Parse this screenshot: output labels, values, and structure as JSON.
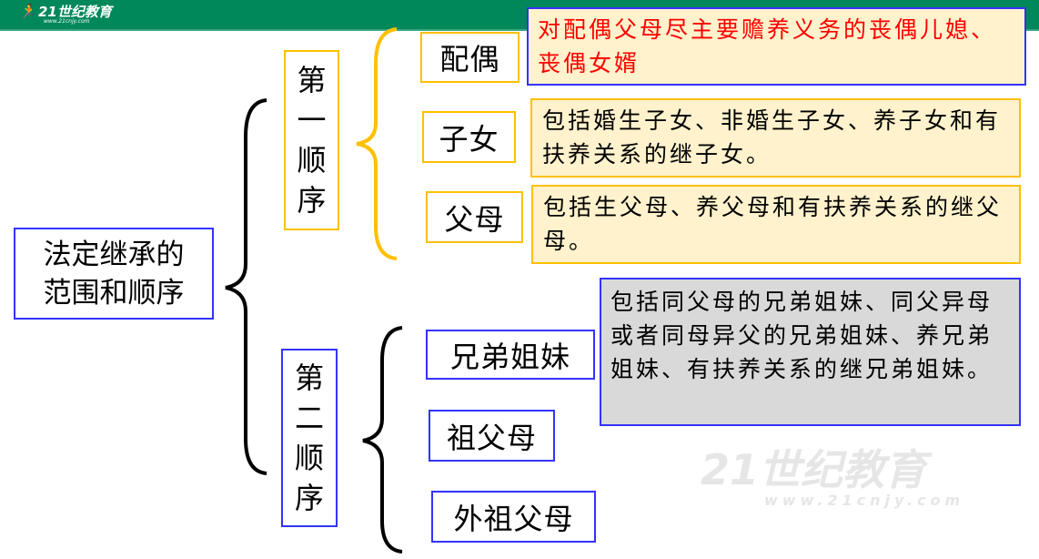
{
  "header": {
    "logo_text": "21世纪教育",
    "logo_url_text": "www.21cnjy.com"
  },
  "root": {
    "label": "法定继承的范围和顺序",
    "line1": "法定继承的",
    "line2": "范围和顺序"
  },
  "order1": {
    "chars": [
      "第",
      "一",
      "顺",
      "序"
    ],
    "items": [
      {
        "label": "配偶",
        "desc": "对配偶父母尽主要赡养义务的丧偶儿媳、丧偶女婿"
      },
      {
        "label": "子女",
        "desc": "包括婚生子女、非婚生子女、养子女和有扶养关系的继子女。"
      },
      {
        "label": "父母",
        "desc": "包括生父母、养父母和有扶养关系的继父母。"
      }
    ]
  },
  "order2": {
    "chars": [
      "第",
      "二",
      "顺",
      "序"
    ],
    "items": [
      {
        "label": "兄弟姐妹"
      },
      {
        "label": "祖父母"
      },
      {
        "label": "外祖父母"
      }
    ],
    "desc": "包括同父母的兄弟姐妹、同父异母或者同母异父的兄弟姐妹、养兄弟姐妹、有扶养关系的继兄弟姐妹。"
  },
  "colors": {
    "header": "#00875a",
    "yellow_border": "#ffc000",
    "blue_border": "#3333ff",
    "desc_bg": "#fff2cc",
    "grey_bg": "#d9d9d9",
    "red_text": "#ff0000"
  }
}
